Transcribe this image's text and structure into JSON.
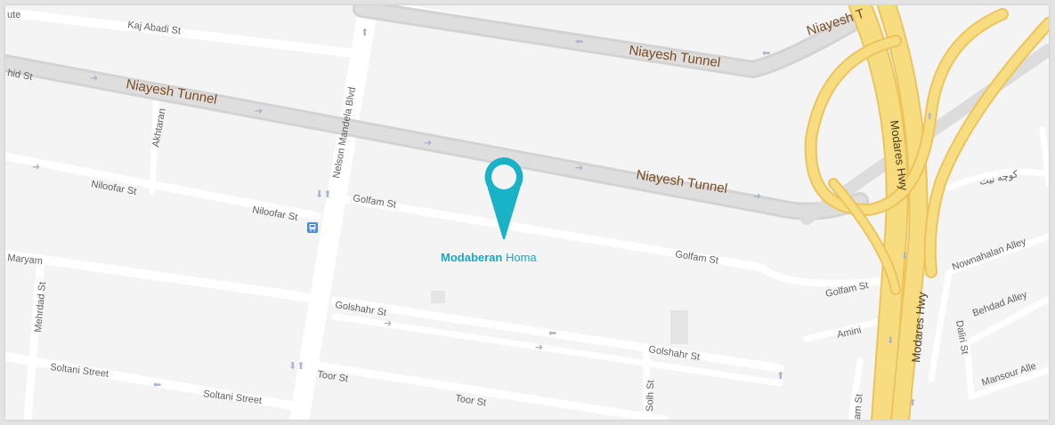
{
  "marker": {
    "name_bold": "Modaberan",
    "name_rest": "Homa",
    "color": "#19b2c7"
  },
  "streets": {
    "ute": "ute",
    "kaj_abadi": "Kaj Abadi St",
    "shahid": "hid St",
    "tunnel_1": "Niayesh Tunnel",
    "tunnel_2": "Niayesh Tunnel",
    "tunnel_3": "Niayesh Tunnel",
    "tunnel_4": "Niayesh T",
    "nelson": "Nelson Mandela Blvd",
    "akhtaran": "Akhtaran",
    "niloofar_1": "Niloofar St",
    "niloofar_2": "Niloofar St",
    "golfam_1": "Golfam St",
    "golfam_2": "Golfam St",
    "golfam_3": "Golfam St",
    "maryam": "Maryam",
    "mehrdad": "Mehrdad St",
    "golshahr_1": "Golshahr St",
    "golshahr_2": "Golshahr St",
    "soltani_1": "Soltani Street",
    "soltani_2": "Soltani Street",
    "toor_1": "Toor St",
    "toor_2": "Toor St",
    "solh": "Solh St",
    "amini": "Amini",
    "modares_1": "Modares Hwy",
    "modares_2": "Modares Hwy",
    "nownahalan": "Nownahalan Alley",
    "behdad": "Behdad Alley",
    "daliri": "Daliri St",
    "mansour": "Mansour Alle",
    "persian": "کوچه نیت",
    "am_st": "am St"
  },
  "colors": {
    "land": "#f4f4f4",
    "road": "#ffffff",
    "tunnel_road": "#d6d6d6",
    "highway": "#f7dc80",
    "highway_edge": "#ecc45e"
  },
  "icons": {
    "bus_stop": "bus-stop-icon",
    "location_pin": "location-pin-icon"
  }
}
